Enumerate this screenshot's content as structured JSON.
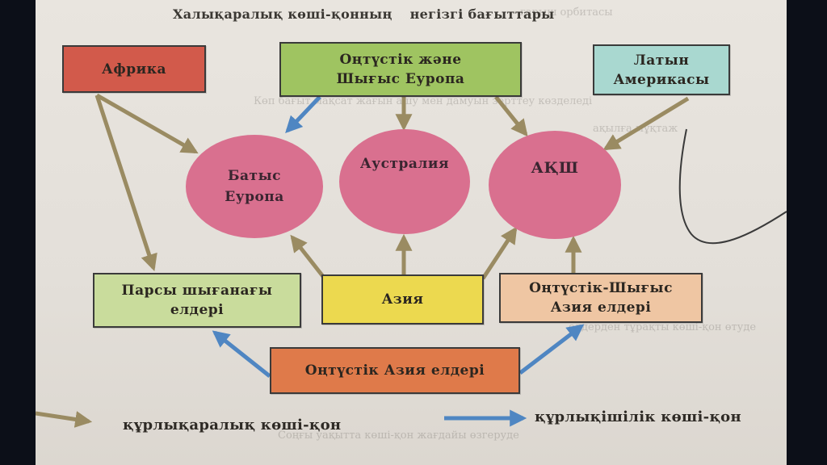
{
  "title": {
    "part1": "Халықаралық көші-қонның",
    "part2": "негізгі бағыттары"
  },
  "colors": {
    "intercontinental_arrow": "#9a8b62",
    "intracontinental_arrow": "#4f86c2",
    "circle_fill": "#d9708f",
    "africa": "#d25a4b",
    "south_east_europe": "#9fc461",
    "latin_america": "#a9d8d0",
    "persian_gulf": "#c9dc9c",
    "asia": "#ecd94f",
    "south_east_asia": "#efc6a3",
    "south_asia": "#df7a4a"
  },
  "sources": {
    "africa": "Африка",
    "south_east_europe": [
      "Оңтүстік және",
      "Шығыс Еуропа"
    ],
    "latin_america": [
      "Латын",
      "Америкасы"
    ],
    "persian_gulf": [
      "Парсы шығанағы",
      "елдері"
    ],
    "asia": "Азия",
    "south_east_asia": [
      "Оңтүстік-Шығыс",
      "Азия елдері"
    ],
    "south_asia": "Оңтүстік Азия елдері"
  },
  "destinations": {
    "western_europe": [
      "Батыс",
      "Еуропа"
    ],
    "australia": "Аустралия",
    "usa": "АҚШ"
  },
  "legend": {
    "intercontinental": "құрлықаралық көші-қон",
    "intracontinental": "құрлықішілік көші-қон"
  }
}
